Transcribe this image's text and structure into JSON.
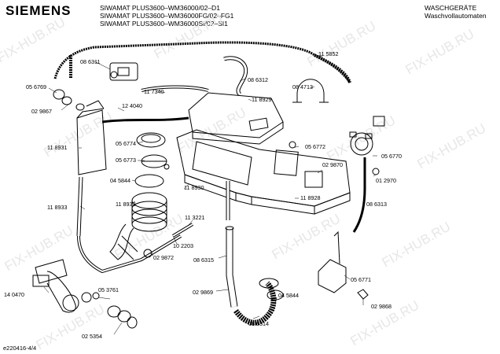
{
  "header": {
    "brand": "SIEMENS",
    "models": [
      "SIWAMAT PLUS3600–WM36000/02–D1",
      "SIWAMAT PLUS3600–WM36000FG/02–FG1",
      "SIWAMAT PLUS3600–WM36000SI/02–SI1"
    ],
    "category_line1": "WASCHGERÄTE",
    "category_line2": "Waschvollautomaten"
  },
  "watermark": "FIX-HUB.RU",
  "footer": {
    "reference": "e220416-4/4"
  },
  "part_labels": [
    "11 5852",
    "05 6769",
    "08 6311",
    "11 7340",
    "08 6312",
    "08 4713",
    "02 9867",
    "12 4040",
    "11 8929",
    "11 8931",
    "05 6774",
    "05 6773",
    "05 6772",
    "05 6770",
    "04 5844",
    "11 8930",
    "02 9870",
    "01 2970",
    "11 8933",
    "11 8932",
    "11 8928",
    "08 6313",
    "11 3221",
    "10 2203",
    "02 9872",
    "08 6315",
    "05 6771",
    "14 0470",
    "05 3761",
    "02 9869",
    "04 5844",
    "02 9868",
    "08 6314",
    "02 5354"
  ]
}
